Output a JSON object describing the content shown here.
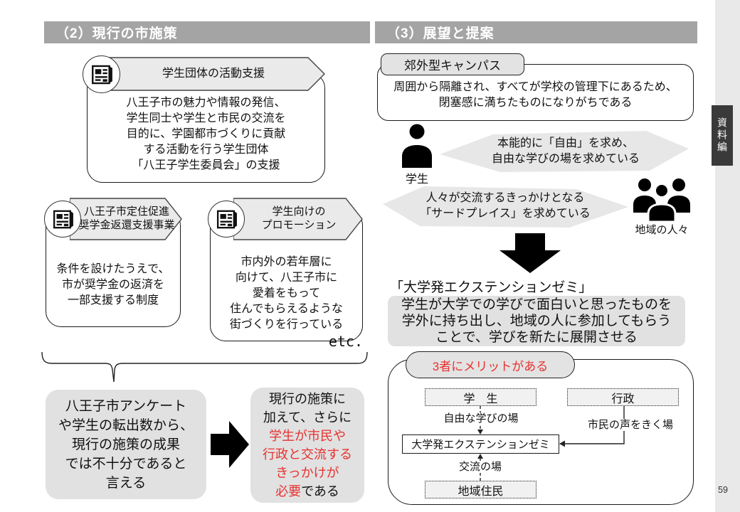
{
  "colors": {
    "header_gray": "#a4a4a4",
    "banner_gray": "#eaeaea",
    "box_gray": "#e1e1e1",
    "accent_red": "#e8312f",
    "side_tab_dark": "#3a3a3a"
  },
  "margin": {
    "side_tab_label": "資料編",
    "page_number": "59"
  },
  "section2": {
    "title": "（2）現行の市施策",
    "card1": {
      "banner": "学生団体の活動支援",
      "lines": [
        "八王子市の魅力や情報の発信、",
        "学生同士や学生と市民の交流を",
        "目的に、学園都市づくりに貢献",
        "する活動を行う学生団体",
        "「八王子学生委員会」の支援"
      ]
    },
    "card2": {
      "banner_line1": "八王子市定住促進",
      "banner_line2": "奨学金返還支援事業",
      "lines": [
        "条件を設けたうえで、",
        "市が奨学金の返済を",
        "一部支援する制度"
      ]
    },
    "card3": {
      "banner_line1": "学生向けの",
      "banner_line2": "プロモーション",
      "lines": [
        "市内外の若年層に",
        "向けて、八王子市に",
        "愛着をもって",
        "住んでもらえるような",
        "街づくりを行っている"
      ]
    },
    "etc_label": "etc.",
    "finding": {
      "lines": [
        "八王子市アンケート",
        "や学生の転出数から、",
        "現行の施策の成果",
        "では不十分であると",
        "言える"
      ]
    },
    "need": {
      "line1": "現行の施策に",
      "line2": "加えて、さらに",
      "line3": "学生が市民や",
      "line4": "行政と交流する",
      "line5": "きっかけが",
      "line6_red": "必要",
      "line6_black": "である"
    }
  },
  "section3": {
    "title": "（3）展望と提案",
    "campus": {
      "tab": "郊外型キャンパス",
      "line1": "周囲から隔離され、すべてが学校の管理下にあるため、",
      "line2": "閉塞感に満ちたものになりがちである"
    },
    "student_label": "学生",
    "student_bubble": {
      "line1": "本能的に「自由」を求め、",
      "line2": "自由な学びの場を求めている"
    },
    "community_label": "地域の人々",
    "community_bubble": {
      "line1": "人々が交流するきっかけとなる",
      "line2": "「サードプレイス」を求めている"
    },
    "proposal_title": "「大学発エクステンションゼミ」",
    "proposal": {
      "line1": "学生が大学での学びで面白いと思ったものを",
      "line2": "学外に持ち出し、地域の人に参加してもらう",
      "line3": "ことで、学びを新たに展開させる"
    },
    "diagram": {
      "tab": "3者にメリットがある",
      "student": "学　生",
      "government": "行政",
      "center": "大学発エクステンションゼミ",
      "residents": "地域住民",
      "student_edge": "自由な学びの場",
      "government_edge": "市民の声をきく場",
      "residents_edge": "交流の場"
    }
  }
}
